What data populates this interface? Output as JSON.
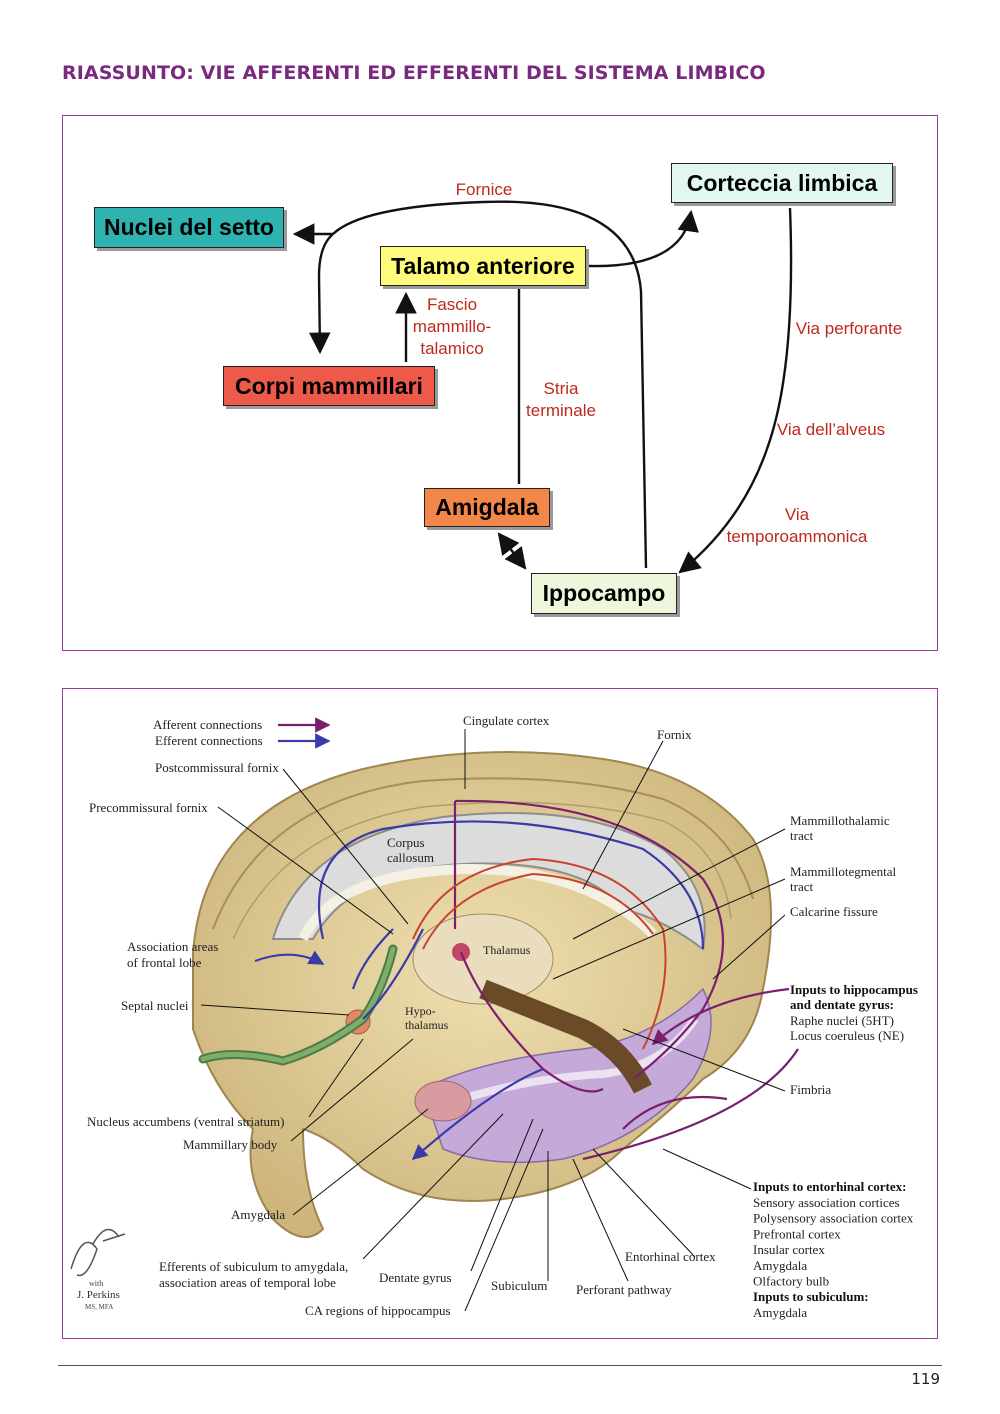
{
  "page": {
    "title": "RIASSUNTO: VIE AFFERENTI ED EFFERENTI DEL SISTEMA LIMBICO",
    "number": "119"
  },
  "diagram": {
    "nodes": {
      "nuclei_setto": {
        "label": "Nuclei del setto",
        "color": "#2fb3b0"
      },
      "talamo_anteriore": {
        "label": "Talamo anteriore",
        "color": "#fffb7a"
      },
      "corteccia_limbica": {
        "label": "Corteccia limbica",
        "color": "#e2f7f2"
      },
      "corpi_mammillari": {
        "label": "Corpi mammillari",
        "color": "#ee5a4a"
      },
      "amigdala": {
        "label": "Amigdala",
        "color": "#f3874a"
      },
      "ippocampo": {
        "label": "Ippocampo",
        "color": "#eef7dc"
      }
    },
    "labels": {
      "fornice": "Fornice",
      "fascio": [
        "Fascio",
        "mammillo-",
        "talamico"
      ],
      "stria": [
        "Stria",
        "terminale"
      ],
      "via_perforante": "Via perforante",
      "via_alveus": "Via dell’alveus",
      "via_temporo": [
        "Via",
        "temporoammonica"
      ]
    }
  },
  "illustration": {
    "legend": {
      "afferent": "Afferent connections",
      "efferent": "Efferent connections"
    },
    "colors": {
      "afferent": "#7a1f6e",
      "efferent": "#3a3aa8"
    },
    "labels_left": {
      "postcommissural_fornix": "Postcommissural fornix",
      "precommissural_fornix": "Precommissural fornix",
      "association_areas": [
        "Association areas",
        "of frontal lobe"
      ],
      "septal_nuclei": "Septal nuclei",
      "nucleus_accumbens": "Nucleus accumbens (ventral striatum)",
      "mammillary_body": "Mammillary body",
      "amygdala": "Amygdala",
      "efferents_subiculum": [
        "Efferents of subiculum to amygdala,",
        "association areas of temporal lobe"
      ]
    },
    "labels_top": {
      "cingulate_cortex": "Cingulate cortex",
      "fornix": "Fornix"
    },
    "labels_inner": {
      "corpus_callosum": [
        "Corpus",
        "callosum"
      ],
      "thalamus": "Thalamus",
      "hypothalamus": [
        "Hypo-",
        "thalamus"
      ]
    },
    "labels_right": {
      "mammillothalamic": [
        "Mammillothalamic",
        "tract"
      ],
      "mammillotegmental": [
        "Mammillotegmental",
        "tract"
      ],
      "calcarine": "Calcarine fissure",
      "inputs_hippocampus_title": [
        "Inputs to hippocampus",
        "and dentate gyrus:"
      ],
      "inputs_hippocampus_items": [
        "Raphe nuclei (5HT)",
        "Locus coeruleus (NE)"
      ],
      "fimbria": "Fimbria",
      "inputs_entorhinal_title": "Inputs to entorhinal cortex:",
      "inputs_entorhinal_items": [
        "Sensory association cortices",
        "Polysensory association cortex",
        "Prefrontal cortex",
        "Insular cortex",
        "Amygdala",
        "Olfactory bulb"
      ],
      "inputs_subiculum_title": "Inputs to subiculum:",
      "inputs_subiculum_items": [
        "Amygdala"
      ]
    },
    "labels_bottom": {
      "entorhinal_cortex": "Entorhinal cortex",
      "dentate_gyrus": "Dentate gyrus",
      "subiculum": "Subiculum",
      "perforant_pathway": "Perforant pathway",
      "ca_regions": "CA regions of hippocampus"
    },
    "signature": {
      "with": "with",
      "name": "J. Perkins",
      "credential": "MS, MFA"
    }
  }
}
